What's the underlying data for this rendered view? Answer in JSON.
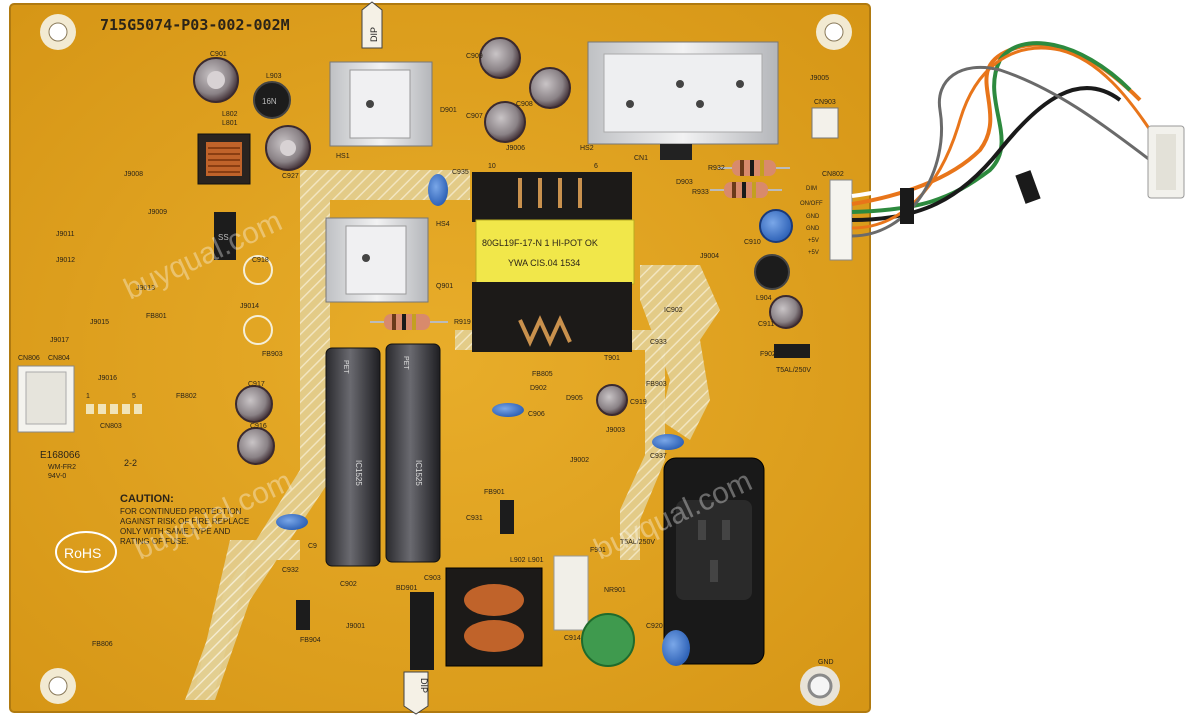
{
  "board": {
    "part_number": "715G5074-P03-002-002M",
    "cert": "E168066",
    "flame": "WM-FR2",
    "rating_code": "94V-0",
    "rev": "2-2",
    "rohs": "RoHS",
    "caution_title": "CAUTION:",
    "caution_lines": [
      "FOR CONTINUED PROTECTION",
      "AGAINST RISK OF FIRE REPLACE",
      "ONLY WITH SAME TYPE AND",
      "RATING OF FUSE."
    ],
    "dip_label": "DIP",
    "fuse_rating": "T5AL/250V",
    "fuse_rating_2": "T5AL/250V"
  },
  "transformer": {
    "line1": "80GL19F-17-N 1 HI-POT OK",
    "line2": "YWA CIS.04 1534"
  },
  "connector_pins": [
    "DIM",
    "ON/OFF",
    "GND",
    "GND",
    "+5V",
    "+5V"
  ],
  "designators": {
    "c901": "C901",
    "l903": "L903",
    "l802": "L802",
    "l801": "L801",
    "c927": "C927",
    "d901": "D901",
    "hs1": "HS1",
    "c909": "C909",
    "c908": "C908",
    "c907": "C907",
    "j9006": "J9006",
    "hs2": "HS2",
    "cn1": "CN1",
    "j9005": "J9005",
    "cn903": "CN903",
    "r932": "R932",
    "r933": "R933",
    "d903": "D903",
    "cn802": "CN802",
    "c935": "C935",
    "c910": "C910",
    "l904": "L904",
    "c911": "C911",
    "j9008": "J9008",
    "j9009": "J9009",
    "j9011": "J9011",
    "j9012": "J9012",
    "j9013": "J9013",
    "j9014": "J9014",
    "j9015": "J9015",
    "j9017": "J9017",
    "j9016": "J9016",
    "fb801": "FB801",
    "fb802": "FB802",
    "fb903": "FB903",
    "cn806": "CN806",
    "cn804": "CN804",
    "cn803": "CN803",
    "c917": "C917",
    "c916": "C916",
    "c918": "C918",
    "q901": "Q901",
    "r919": "R919",
    "hs4": "HS4",
    "ic902": "IC902",
    "j9004": "J9004",
    "c933": "C933",
    "t901": "T901",
    "f902": "F902",
    "fb805": "FB805",
    "d902": "D902",
    "c906": "C906",
    "d905": "D905",
    "fb901": "FB901",
    "j9003": "J9003",
    "c937": "C937",
    "c931": "C931",
    "c902": "C902",
    "c903": "C903",
    "c932": "C932",
    "bd901": "BD901",
    "l902": "L902",
    "l901": "L901",
    "c914": "C914",
    "nr901": "NR901",
    "f901": "F901",
    "c920": "C920",
    "fb806": "FB806",
    "fb904": "FB904",
    "j9001": "J9001",
    "j9002": "J9002",
    "gnd": "GND",
    "ic": "IC1525",
    "cap_brand": "PET",
    "pin1": "1",
    "pin5": "5",
    "pin10": "10",
    "pin6": "6",
    "c919": "C919",
    "c9": "C9"
  },
  "watermark": "buyqual.com",
  "colors": {
    "pcb": "#e2a421",
    "pcb_dark": "#c98a12",
    "silkscreen": "#2b2418",
    "hatch": "#e9dcb4",
    "heatsink": "#dcdde0",
    "transformer_tape": "#f1e74a"
  }
}
